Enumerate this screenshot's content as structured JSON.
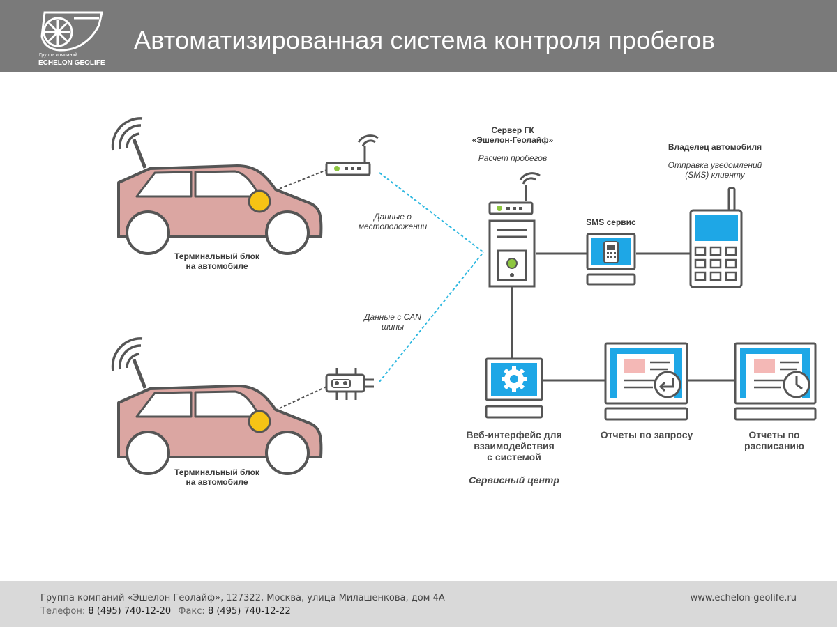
{
  "header": {
    "title": "Автоматизированная система контроля пробегов",
    "logo_group": "Группа компаний",
    "logo_name": "ECHELON GEOLIFE"
  },
  "diagram": {
    "car_top_label_1": "Терминальный блок",
    "car_top_label_2": "на автомобиле",
    "car_bottom_label_1": "Терминальный блок",
    "car_bottom_label_2": "на автомобиле",
    "link_location_1": "Данные о",
    "link_location_2": "местоположении",
    "link_can_1": "Данные с CAN",
    "link_can_2": "шины",
    "server_title_1": "Сервер ГК",
    "server_title_2": "«Эшелон-Геолайф»",
    "server_sub": "Расчет пробегов",
    "sms_label": "SMS сервис",
    "owner_title": "Владелец автомобиля",
    "owner_sub_1": "Отправка уведомлений",
    "owner_sub_2": "(SMS) клиенту",
    "web_label_1": "Веб-интерфейс для",
    "web_label_2": "взаимодействия",
    "web_label_3": "с системой",
    "service_center": "Сервисный центр",
    "reports_request": "Отчеты по запросу",
    "reports_schedule_1": "Отчеты по",
    "reports_schedule_2": "расписанию"
  },
  "footer": {
    "address": "Группа компаний «Эшелон Геолайф», 127322, Москва, улица Милашенкова, дом 4А",
    "phone_label": "Телефон:",
    "phone": "8 (495) 740-12-20",
    "fax_label": "Факс:",
    "fax": "8 (495) 740-12-22",
    "site": "www.echelon-geolife.ru"
  },
  "colors": {
    "header_bg": "#7a7a7a",
    "footer_bg": "#d9d9d9",
    "car_body": "#dba6a2",
    "terminal_dot": "#f6c315",
    "screen_blue": "#1ea7e6",
    "led_green": "#8dc63f",
    "link_dashed": "#2fb8e0",
    "outline": "#555555"
  },
  "icons": [
    "logo-wheel-icon",
    "car-icon",
    "antenna-signal-icon",
    "gps-tracker-icon",
    "can-adapter-icon",
    "server-tower-icon",
    "modem-icon",
    "sms-terminal-icon",
    "mobile-phone-icon",
    "settings-gear-icon",
    "report-enter-icon",
    "report-clock-icon"
  ]
}
